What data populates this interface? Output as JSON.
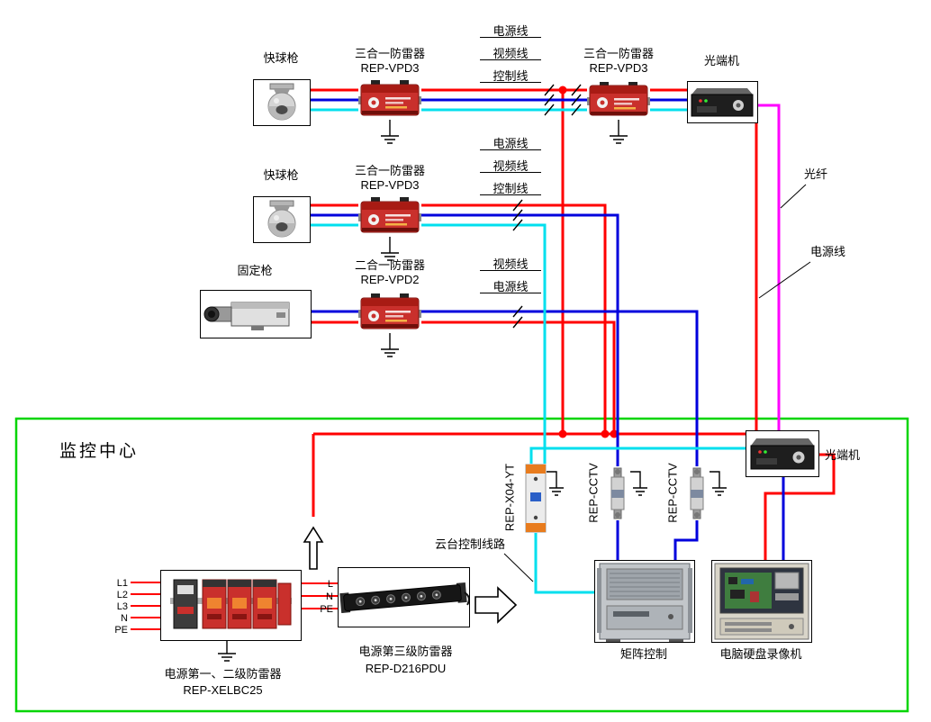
{
  "colors": {
    "power_line": "#ff0000",
    "video_line": "#0000dd",
    "control_line": "#00dfee",
    "fiber_line": "#ff00ff",
    "boundary": "#00d500",
    "spd_device_red": "#c9302c"
  },
  "field": {
    "row1": {
      "camera_label": "快球枪",
      "spd1_title": "三合一防雷器",
      "spd1_model": "REP-VPD3",
      "spd2_title": "三合一防雷器",
      "spd2_model": "REP-VPD3",
      "optical_label": "光端机",
      "lines": [
        "电源线",
        "视频线",
        "控制线"
      ]
    },
    "row2": {
      "camera_label": "快球枪",
      "spd_title": "三合一防雷器",
      "spd_model": "REP-VPD3",
      "lines": [
        "电源线",
        "视频线",
        "控制线"
      ]
    },
    "row3": {
      "camera_label": "固定枪",
      "spd_title": "二合一防雷器",
      "spd_model": "REP-VPD2",
      "lines": [
        "视频线",
        "电源线"
      ]
    }
  },
  "trunk": {
    "fiber_label": "光纤",
    "power_label": "电源线"
  },
  "center": {
    "title": "监控中心",
    "optical_label": "光端机",
    "ptz_spd_model": "REP-X04-YT",
    "cctv_spd_model_1": "REP-CCTV",
    "cctv_spd_model_2": "REP-CCTV",
    "ptz_line_label": "云台控制线路",
    "mains_in": [
      "L1",
      "L2",
      "L3",
      "N",
      "PE"
    ],
    "mains_mid": [
      "L",
      "N",
      "PE"
    ],
    "spd_stage12_title": "电源第一、二级防雷器",
    "spd_stage12_model": "REP-XELBC25",
    "spd_stage3_title": "电源第三级防雷器",
    "spd_stage3_model": "REP-D216PDU",
    "matrix_label": "矩阵控制",
    "dvr_label": "电脑硬盘录像机"
  }
}
